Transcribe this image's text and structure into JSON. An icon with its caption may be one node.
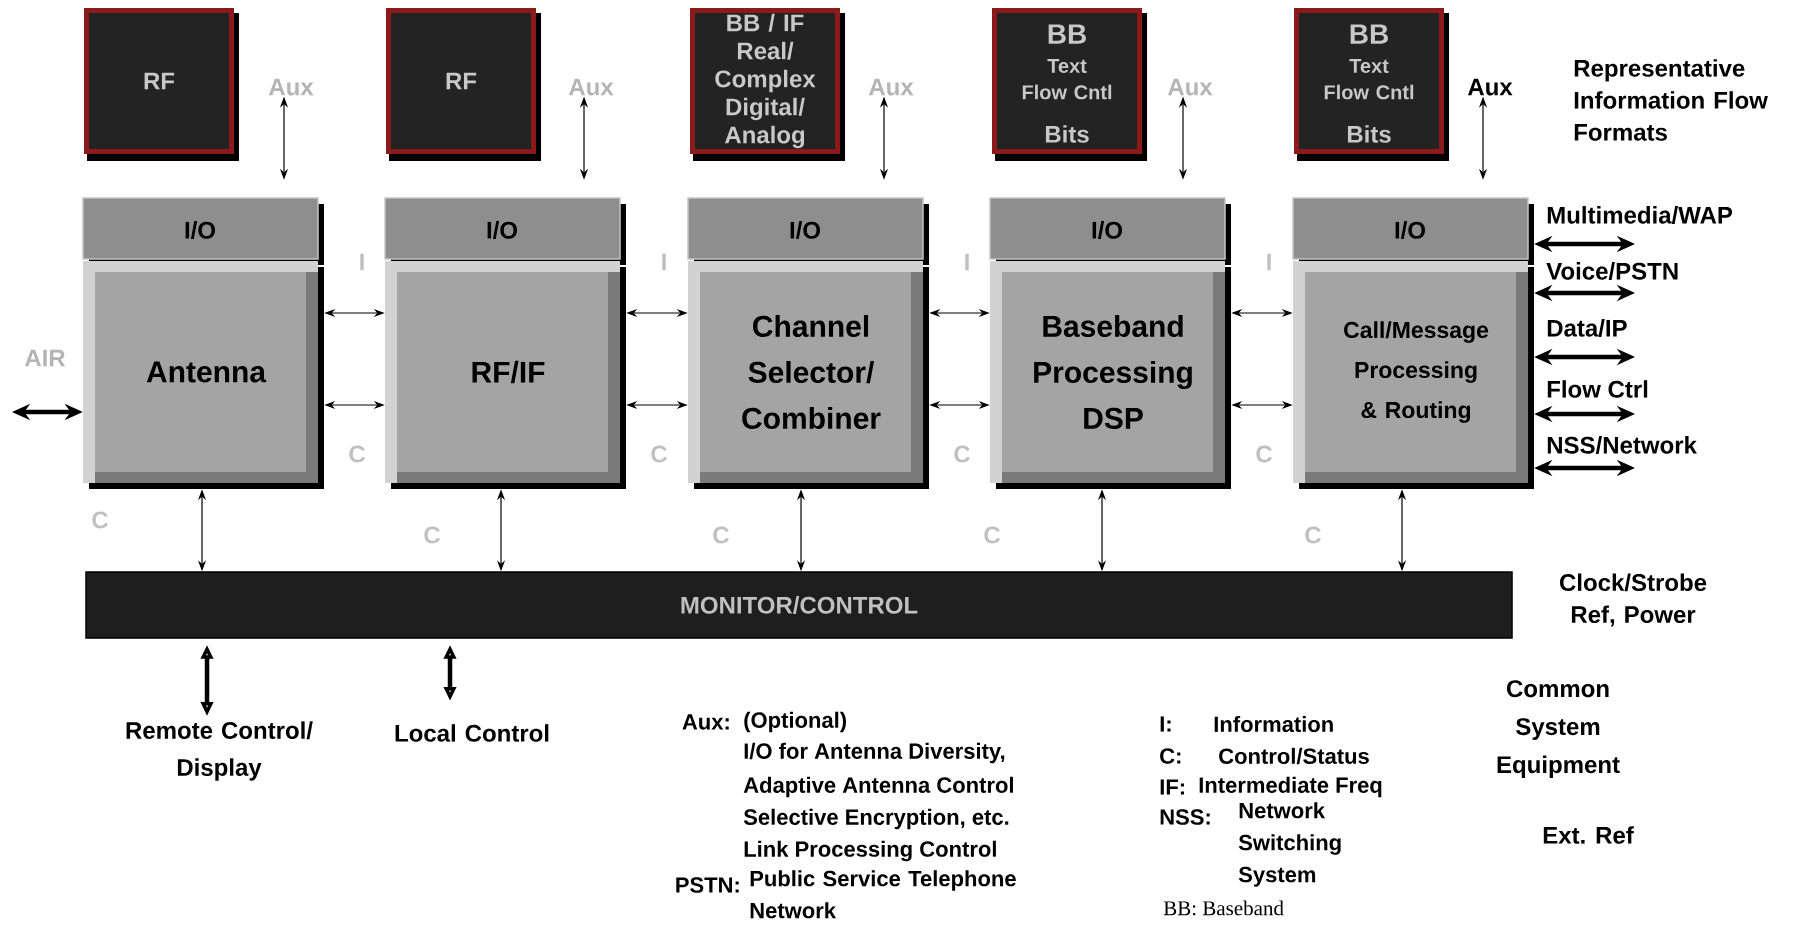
{
  "diagram": {
    "nodes": [
      {
        "text": [
          "RF"
        ]
      },
      {
        "text": [
          "Aux"
        ]
      },
      {
        "text": [
          "RF"
        ]
      },
      {
        "text": [
          "Aux"
        ]
      },
      {
        "text": [
          "BB / IF Real/ Complex Digital/ Analog"
        ]
      },
      {
        "text": [
          "Aux"
        ]
      },
      {
        "text": [
          "BB",
          "Text",
          "Flow Cntl",
          "Bits"
        ]
      },
      {
        "text": [
          "Aux"
        ]
      },
      {
        "text": [
          "BB",
          "Text",
          "Flow Cntl",
          "Bits"
        ]
      },
      {
        "text": [
          "Aux"
        ]
      },
      {
        "text": [
          "I/O",
          "Antenna"
        ]
      },
      {
        "text": [
          "I/O",
          "RF/IF"
        ]
      },
      {
        "text": [
          "I/O",
          "Channel Selector/ Combiner"
        ]
      },
      {
        "text": [
          "I/O",
          "Baseband Processing DSP"
        ]
      },
      {
        "text": [
          "I/O",
          "Call/Message Processing & Routing"
        ]
      },
      {
        "text": [
          "MONITOR/CONTROL"
        ]
      },
      {
        "text": [
          "Remote Control/ Display"
        ]
      },
      {
        "text": [
          "Local Control"
        ]
      }
    ],
    "edges": [
      {
        "from": 1,
        "to": 10,
        "arrow": "both"
      },
      {
        "from": 3,
        "to": 11,
        "arrow": "both"
      },
      {
        "from": 5,
        "to": 12,
        "arrow": "both"
      },
      {
        "from": 7,
        "to": 13,
        "arrow": "both"
      },
      {
        "from": 9,
        "to": 14,
        "arrow": "both"
      },
      {
        "from": 10,
        "to": 11,
        "arrow": "both",
        "label": "I"
      },
      {
        "from": 10,
        "to": 11,
        "arrow": "both",
        "label": "C"
      },
      {
        "from": 11,
        "to": 12,
        "arrow": "both",
        "label": "I"
      },
      {
        "from": 11,
        "to": 12,
        "arrow": "both",
        "label": "C"
      },
      {
        "from": 12,
        "to": 13,
        "arrow": "both",
        "label": "I"
      },
      {
        "from": 12,
        "to": 13,
        "arrow": "both",
        "label": "C"
      },
      {
        "from": 13,
        "to": 14,
        "arrow": "both",
        "label": "I"
      },
      {
        "from": 13,
        "to": 14,
        "arrow": "both",
        "label": "C"
      },
      {
        "from": 10,
        "to": null,
        "arrow": "both",
        "style": "thick"
      },
      {
        "from": 14,
        "to": null,
        "arrow": "both",
        "label": "Multimedia/WAP",
        "style": "thick"
      },
      {
        "from": 14,
        "to": null,
        "arrow": "both",
        "label": "Voice/PSTN",
        "style": "thick"
      },
      {
        "from": 14,
        "to": null,
        "arrow": "both",
        "label": "Data/IP",
        "style": "thick"
      },
      {
        "from": 14,
        "to": null,
        "arrow": "both",
        "label": "Flow Ctrl",
        "style": "thick"
      },
      {
        "from": 14,
        "to": null,
        "arrow": "both",
        "label": "NSS/Network",
        "style": "thick"
      },
      {
        "from": 10,
        "to": 15,
        "arrow": "both",
        "label": "C"
      },
      {
        "from": 11,
        "to": 15,
        "arrow": "both",
        "label": "C"
      },
      {
        "from": 12,
        "to": 15,
        "arrow": "both",
        "label": "C"
      },
      {
        "from": 13,
        "to": 15,
        "arrow": "both",
        "label": "C"
      },
      {
        "from": 14,
        "to": 15,
        "arrow": "both",
        "label": "C"
      },
      {
        "from": 15,
        "to": 16,
        "arrow": "both",
        "style": "thick"
      },
      {
        "from": 15,
        "to": 17,
        "arrow": "both",
        "style": "thick"
      }
    ],
    "labels": [
      "Representative Information Flow Formats",
      "AIR",
      "Clock/Strobe Ref, Power",
      "Common System Equipment",
      "Ext. Ref",
      "Aux:",
      "(Optional)",
      "I/O for Antenna Diversity,",
      "Adaptive Antenna Control",
      "Selective Encryption, etc.",
      "Link Processing Control",
      "PSTN:",
      "Public Service Telephone Network",
      "I:",
      "Information",
      "C:",
      "Control/Status",
      "IF:",
      "Intermediate Freq",
      "NSS:",
      "Network Switching System",
      "BB: Baseband"
    ]
  }
}
